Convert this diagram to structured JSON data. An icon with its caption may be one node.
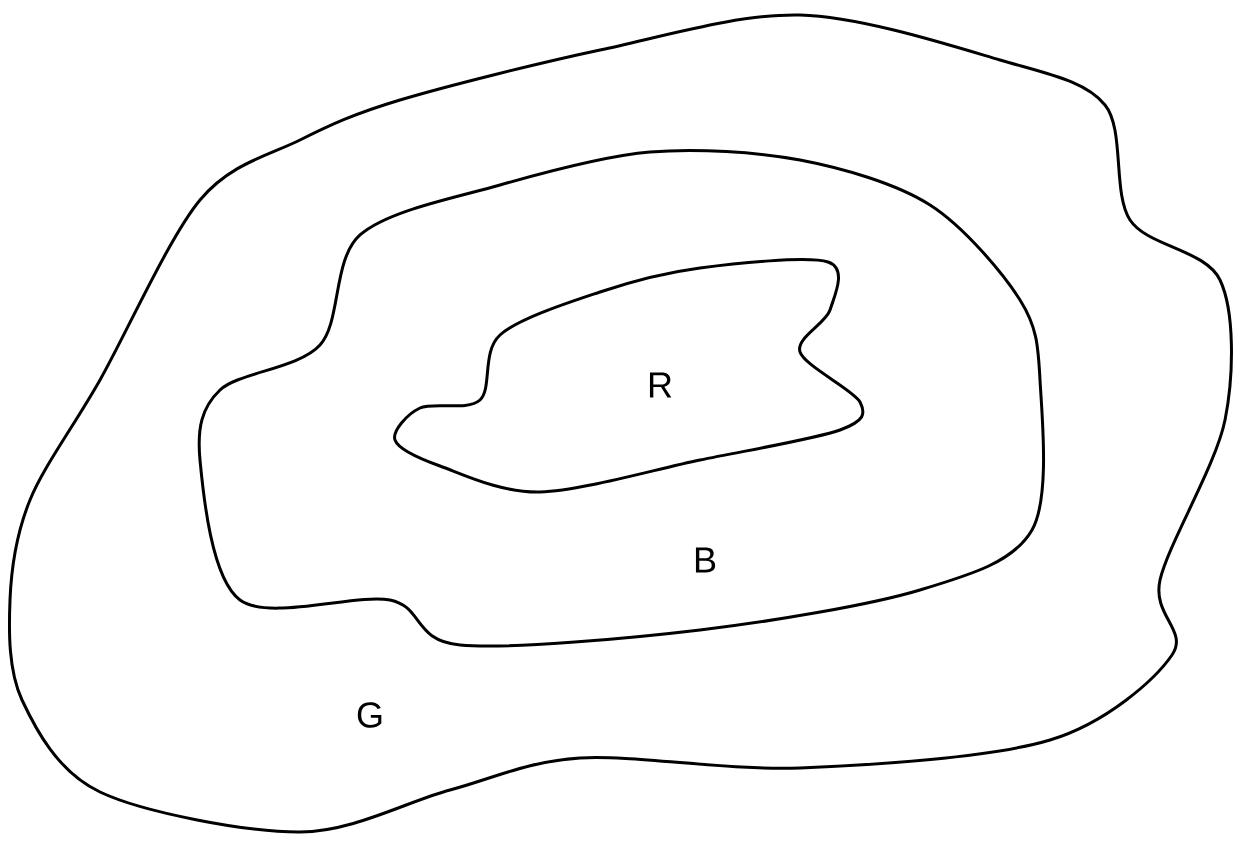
{
  "diagram": {
    "nodes": [
      {
        "text": [
          "G"
        ]
      },
      {
        "text": [
          "B"
        ],
        "in": 0
      },
      {
        "text": [
          "R"
        ],
        "in": 1
      }
    ]
  }
}
